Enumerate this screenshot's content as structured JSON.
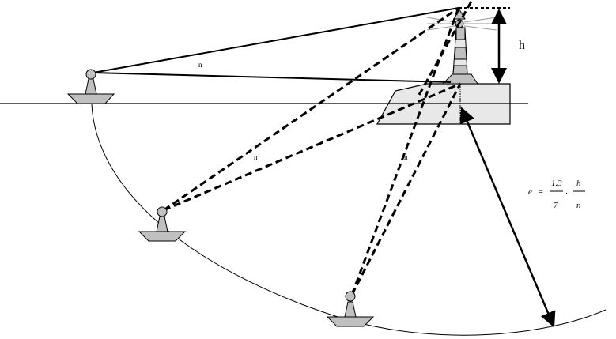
{
  "labels": {
    "h": "h",
    "n1": "n",
    "n2": "n",
    "n3": "n"
  },
  "formula": {
    "lhs": "e",
    "eq": "=",
    "num1": "1.3",
    "den1": "7",
    "dot": "·",
    "num2": "h",
    "den2": "n"
  },
  "colors": {
    "fill": "#c0c0c0",
    "platform": "#e8e8e8",
    "line": "#000000"
  }
}
